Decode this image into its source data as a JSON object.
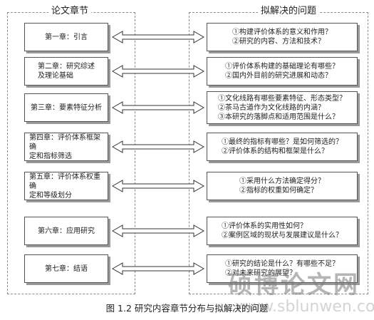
{
  "left_panel": {
    "title": "论文章节"
  },
  "right_panel": {
    "title": "拟解决的问题"
  },
  "chapters": [
    {
      "lines": [
        "第一章：引言"
      ]
    },
    {
      "lines": [
        "第二章：研究综述",
        "及理论基础"
      ]
    },
    {
      "lines": [
        "第三章：要素特征分析"
      ]
    },
    {
      "lines": [
        "第四章：评价体系框架确",
        "定和指标筛选"
      ]
    },
    {
      "lines": [
        "第五章：评价体系权重确",
        "定和等级划分"
      ]
    },
    {
      "lines": [
        "第六章：应用研究"
      ]
    },
    {
      "lines": [
        "第七章：结语"
      ]
    }
  ],
  "questions": [
    {
      "lines": [
        "①构建评价体系的意义和作用？",
        "②研究的内容、方法和技术？"
      ]
    },
    {
      "lines": [
        "①评价体系构建的基础理论有哪些？",
        "②国内外目前的研究进展和动态？"
      ]
    },
    {
      "lines": [
        "①文化线路有哪些要素特征、形态类型？",
        "②茶马古道作为文化线路的内涵？",
        "③本研究的落脚点和适用范围是什么？"
      ]
    },
    {
      "lines": [
        "①最终的指标有哪些？是如何筛选的？",
        "②评价体系的结构和框架是什么？"
      ]
    },
    {
      "lines": [
        "①采用什么方法确定得分？",
        "②指标的权重如何确定？"
      ]
    },
    {
      "lines": [
        "①评价体系的实用性如何？",
        "②案例区域的现状与发展建议是什么？"
      ]
    },
    {
      "lines": [
        "①研究的结论是什么？有哪些不足？",
        "②对未来研究的展望？"
      ]
    }
  ],
  "caption": "图 1.2  研究内容章节分布与拟解决的问题",
  "watermark": {
    "text": "硕博论文网",
    "url": "www.sblunwen.com"
  }
}
